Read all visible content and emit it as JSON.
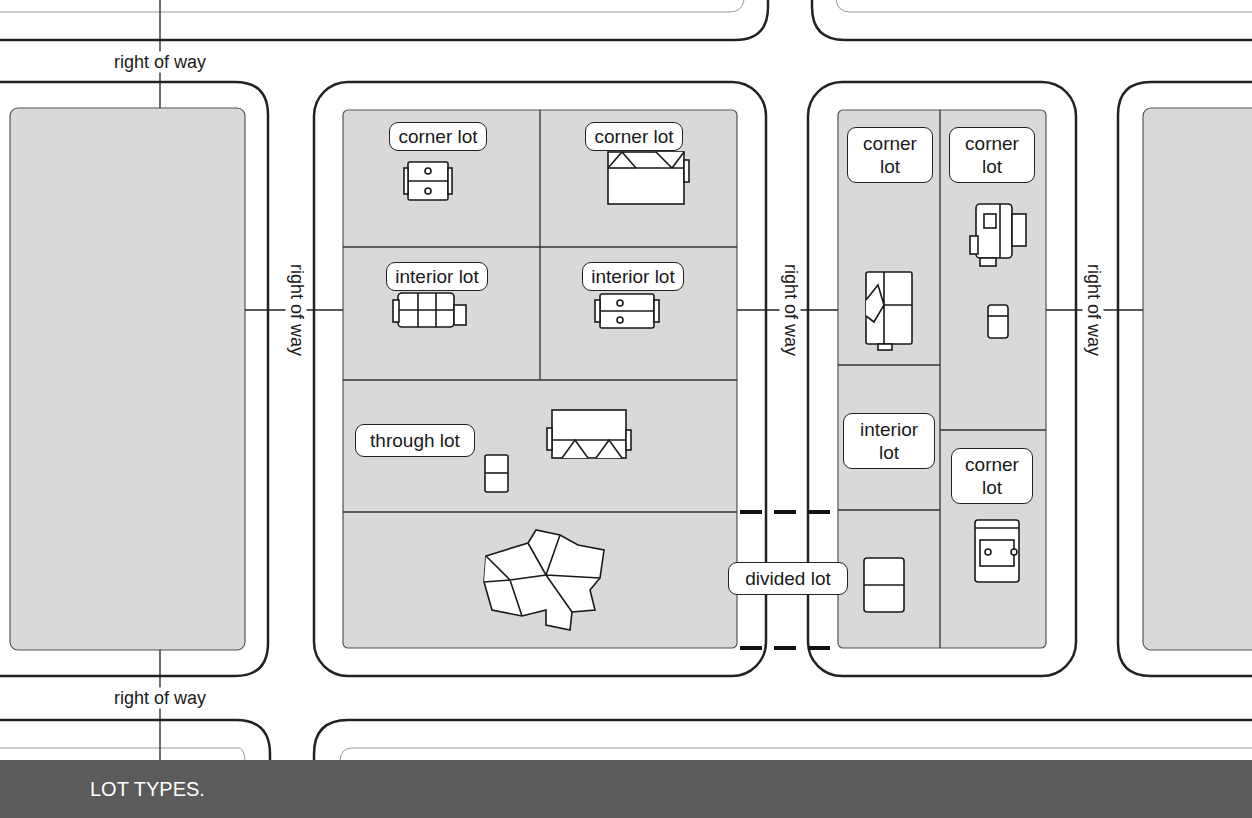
{
  "diagram": {
    "caption": "LOT TYPES.",
    "nodes": [
      {
        "text": [
          "corner lot"
        ]
      },
      {
        "text": [
          "corner lot"
        ]
      },
      {
        "text": [
          "interior lot"
        ]
      },
      {
        "text": [
          "interior lot"
        ]
      },
      {
        "text": [
          "through lot"
        ]
      },
      {
        "text": [
          "corner lot"
        ]
      },
      {
        "text": [
          "corner lot"
        ]
      },
      {
        "text": [
          "interior lot"
        ]
      },
      {
        "text": [
          "corner lot"
        ]
      },
      {
        "text": [
          "divided lot"
        ]
      }
    ],
    "labels": [
      "right of way",
      "right of way",
      "right of way",
      "right of way",
      "right of way"
    ]
  }
}
